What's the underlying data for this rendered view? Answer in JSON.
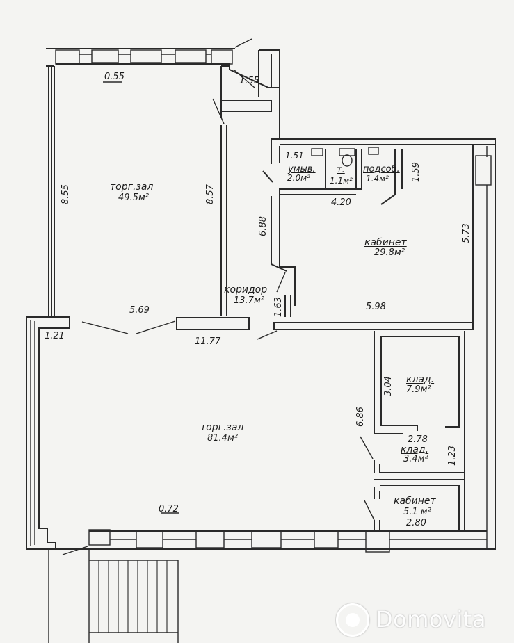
{
  "rooms": {
    "sales_hall_top": {
      "name": "торг.зал",
      "area": "49.5м²"
    },
    "sales_hall_main": {
      "name": "торг.зал",
      "area": "81.4м²"
    },
    "corridor": {
      "name": "коридор",
      "area": "13.7м²"
    },
    "office_large": {
      "name": "кабинет",
      "area": "29.8м²"
    },
    "washroom": {
      "name": "умыв.",
      "area": "2.0м²"
    },
    "toilet": {
      "name": "т.",
      "area": "1.1м²"
    },
    "utility": {
      "name": "подсоб.",
      "area": "1.4м²"
    },
    "storage_1": {
      "name": "клад.",
      "area": "7.9м²"
    },
    "storage_2": {
      "name": "клад.",
      "area": "3.4м²"
    },
    "office_small": {
      "name": "кабинет",
      "area": "5.1 м²"
    }
  },
  "dimensions": {
    "d_055": "0.55",
    "d_155": "1.55",
    "d_855": "8.55",
    "d_857": "8.57",
    "d_151": "1.51",
    "d_159": "1.59",
    "d_420": "4.20",
    "d_688": "6.88",
    "d_573": "5.73",
    "d_163": "1.63",
    "d_598": "5.98",
    "d_569": "5.69",
    "d_121": "1.21",
    "d_1177": "11.77",
    "d_304": "3.04",
    "d_686": "6.86",
    "d_278": "2.78",
    "d_123": "1.23",
    "d_072": "0.72",
    "d_280": "2.80"
  },
  "watermark": {
    "text": "Domovita"
  }
}
